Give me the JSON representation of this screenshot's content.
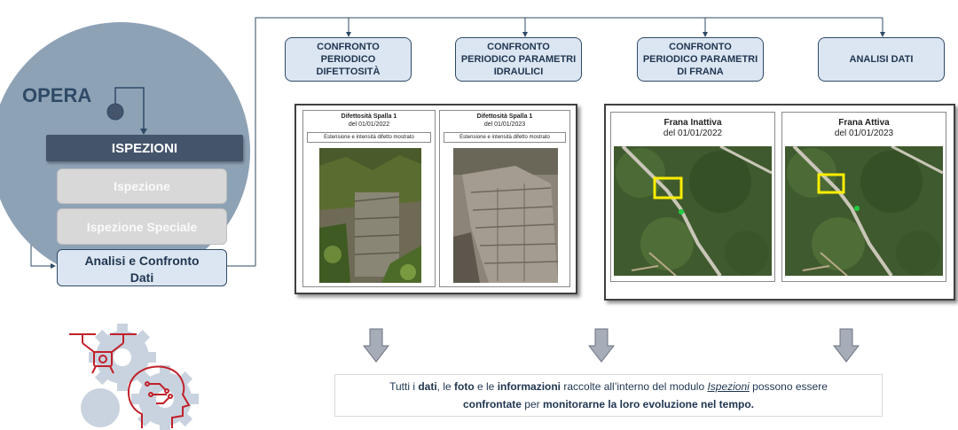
{
  "left": {
    "opera_label": "OPERA",
    "ispezioni_label": "ISPEZIONI",
    "ispezione_label": "Ispezione",
    "ispezione_speciale_label": "Ispezione Speciale",
    "analisi_label_line1": "Analisi e Confronto",
    "analisi_label_line2": "Dati"
  },
  "top_boxes": [
    {
      "label": "CONFRONTO\nPERIODICO\nDIFETTOSITÀ"
    },
    {
      "label": "CONFRONTO\nPERIODICO PARAMETRI\nIDRAULICI"
    },
    {
      "label": "CONFRONTO\nPERIODICO PARAMETRI\nDI FRANA"
    },
    {
      "label": "ANALISI DATI"
    }
  ],
  "defects_panel": {
    "cards": [
      {
        "title": "Difettosità Spalla 1",
        "date": "del 01/01/2022",
        "note": "Estensione e intensità difetto mostrato"
      },
      {
        "title": "Difettosità Spalla 1",
        "date": "del 01/01/2023",
        "note": "Estensione e intensità difetto mostrato"
      }
    ]
  },
  "landslide_panel": {
    "cards": [
      {
        "title": "Frana Inattiva",
        "date": "del 01/01/2022"
      },
      {
        "title": "Frana Attiva",
        "date": "del 01/01/2023"
      }
    ]
  },
  "footer": {
    "p1": "Tutti i ",
    "b1": "dati",
    "p2": ", le ",
    "b2": "foto",
    "p3": " e le ",
    "b3": "informazioni",
    "p4": " raccolte all’interno del modulo ",
    "i1": "Ispezioni",
    "p5": " possono essere",
    "b4": "confrontate",
    "p6": " per ",
    "b5": "monitorarne la loro evoluzione nel tempo."
  },
  "colors": {
    "dark_blue": "#2f4a66",
    "light_blue_fill": "#dce6f2",
    "circle": "#8ea2b6",
    "icon_red": "#c0202a",
    "gear_grey": "#c9d3df"
  }
}
